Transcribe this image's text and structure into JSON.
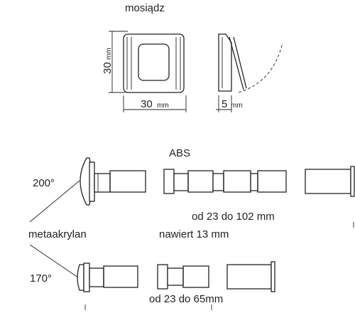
{
  "labels": {
    "material_top": "mosiądz",
    "height_value": "30",
    "height_unit": "mm",
    "width_value": "30",
    "width_unit": "mm",
    "depth_value": "5",
    "depth_unit": "mm",
    "material_mid": "ABS",
    "angle_top": "200°",
    "angle_bottom": "170°",
    "lens_material": "metaakrylan",
    "range_top": "od 23 do 102 mm",
    "thread": "nawiert 13 mm",
    "range_bottom": "od 23 do 65mm"
  }
}
